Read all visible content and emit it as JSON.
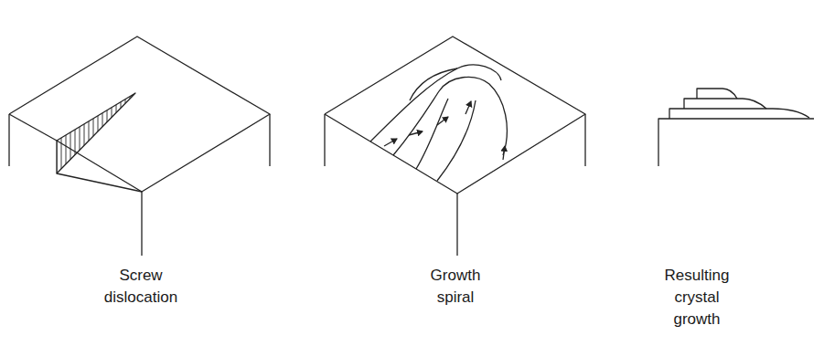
{
  "diagram": {
    "labels": [
      "Screw dislocation",
      "Growth spiral",
      "Resulting crystal growth"
    ]
  }
}
